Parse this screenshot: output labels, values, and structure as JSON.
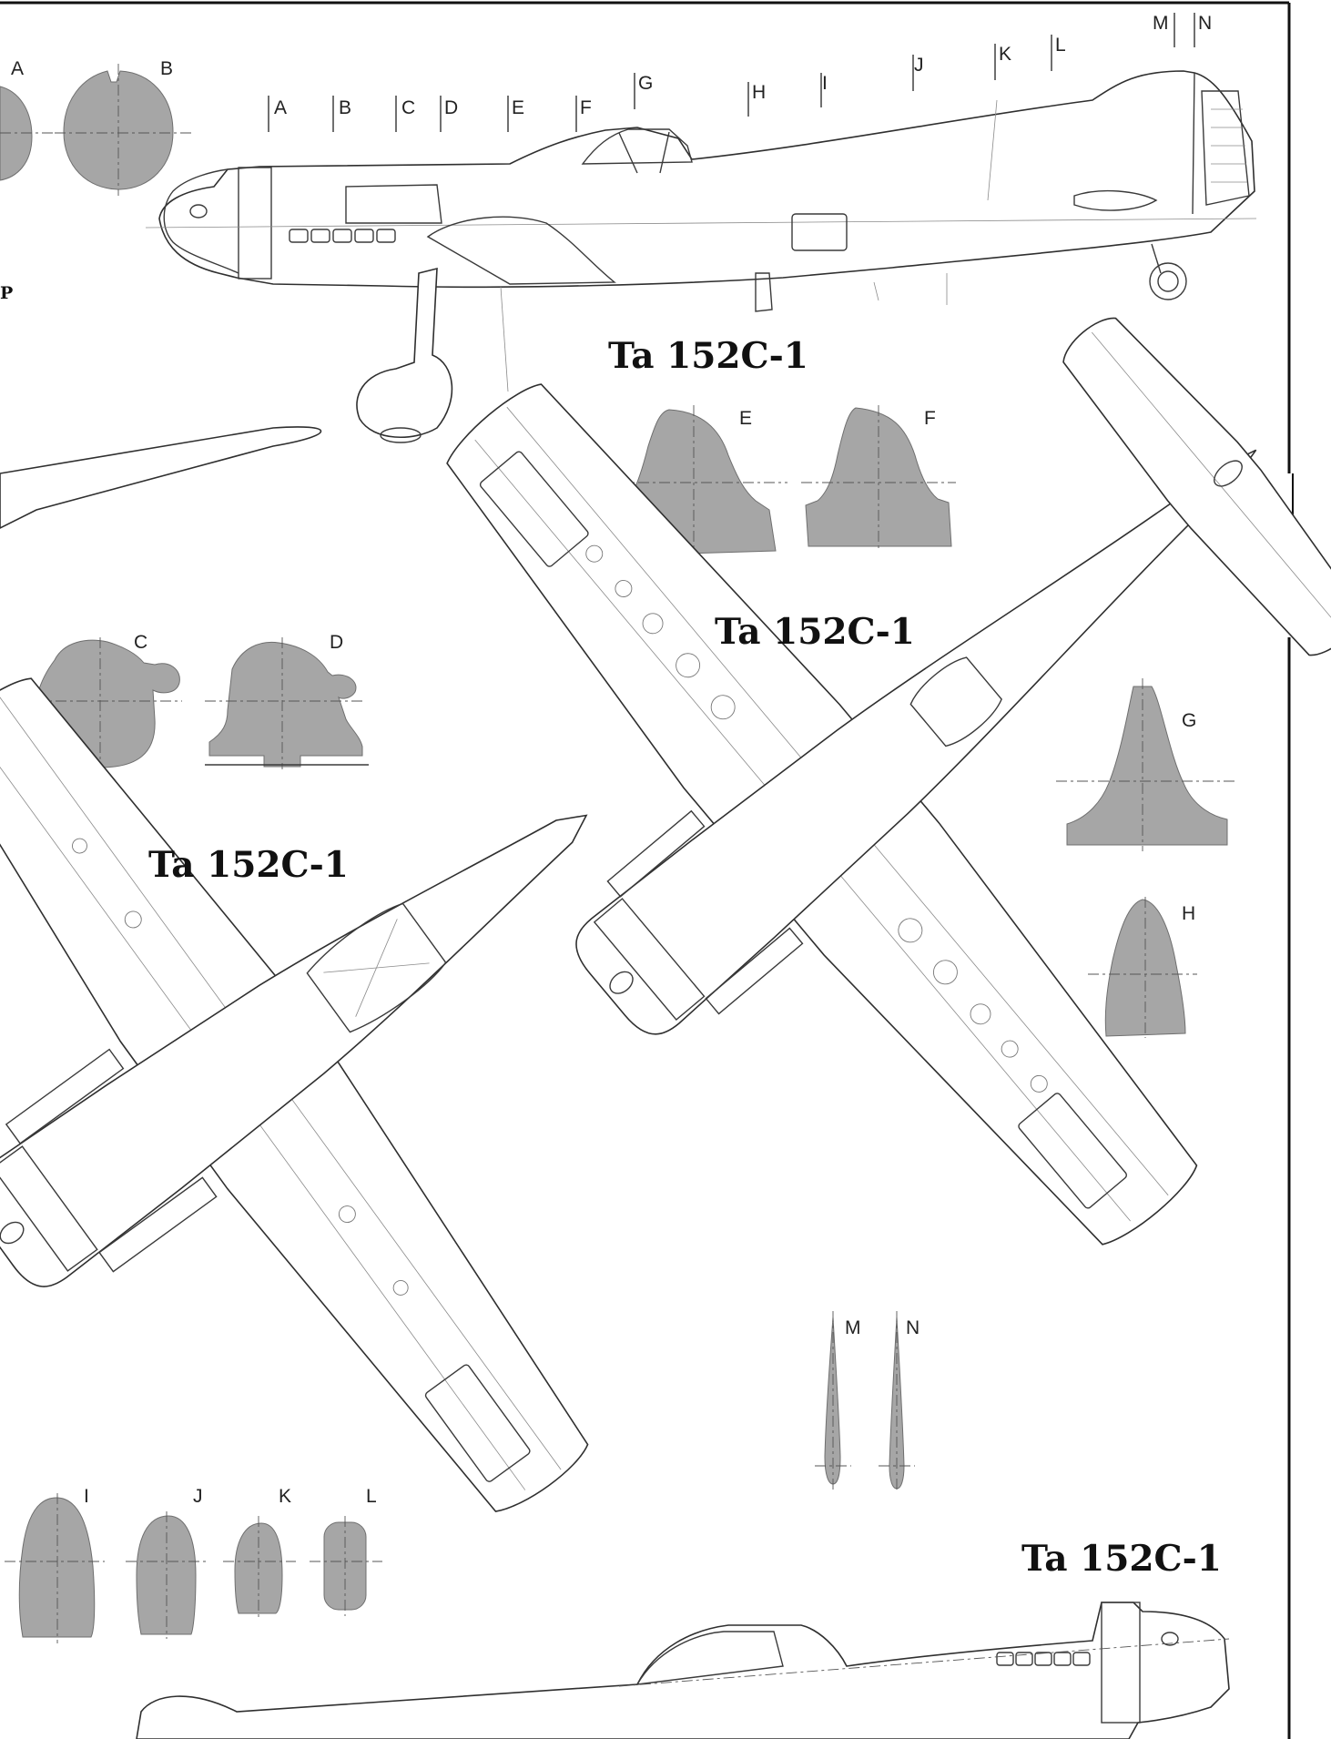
{
  "drawing": {
    "titles": {
      "side_view_top": "Ta 152C-1",
      "top_view_center": "Ta 152C-1",
      "bottom_view_left": "Ta 152C-1",
      "side_view_bottom": "Ta 152C-1"
    },
    "edge_fragment": "P",
    "fuselage_stations": [
      "A",
      "B",
      "C",
      "D",
      "E",
      "F",
      "G",
      "H",
      "I",
      "J",
      "K",
      "L",
      "M",
      "N"
    ],
    "cross_sections": {
      "A": "A",
      "B": "B",
      "C": "C",
      "D": "D",
      "E": "E",
      "F": "F",
      "G": "G",
      "H": "H",
      "I": "I",
      "J": "J",
      "K": "K",
      "L": "L",
      "M": "M",
      "N": "N"
    },
    "colors": {
      "section_fill": "#a6a6a6",
      "line": "#2f2f2f",
      "paper": "#ffffff"
    }
  }
}
